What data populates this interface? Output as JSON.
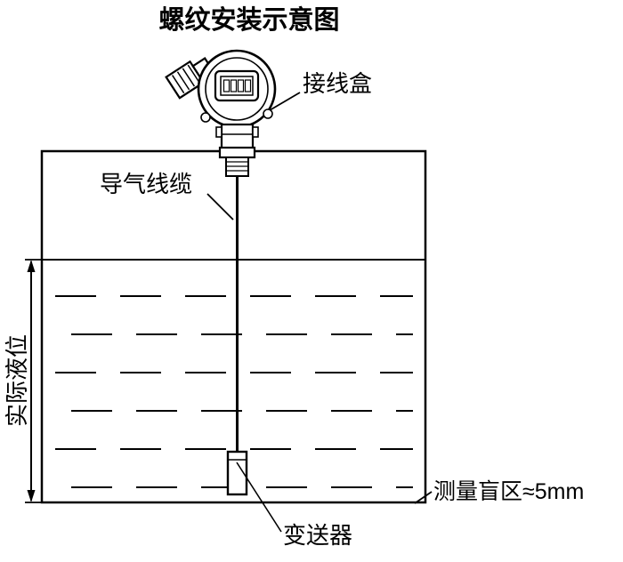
{
  "diagram": {
    "title": "螺纹安装示意图",
    "labels": {
      "junction_box": "接线盒",
      "air_cable": "导气线缆",
      "actual_level": "实际液位",
      "blind_zone": "测量盲区≈5mm",
      "transmitter": "变送器"
    },
    "colors": {
      "line": "#000000",
      "background": "#ffffff"
    }
  }
}
